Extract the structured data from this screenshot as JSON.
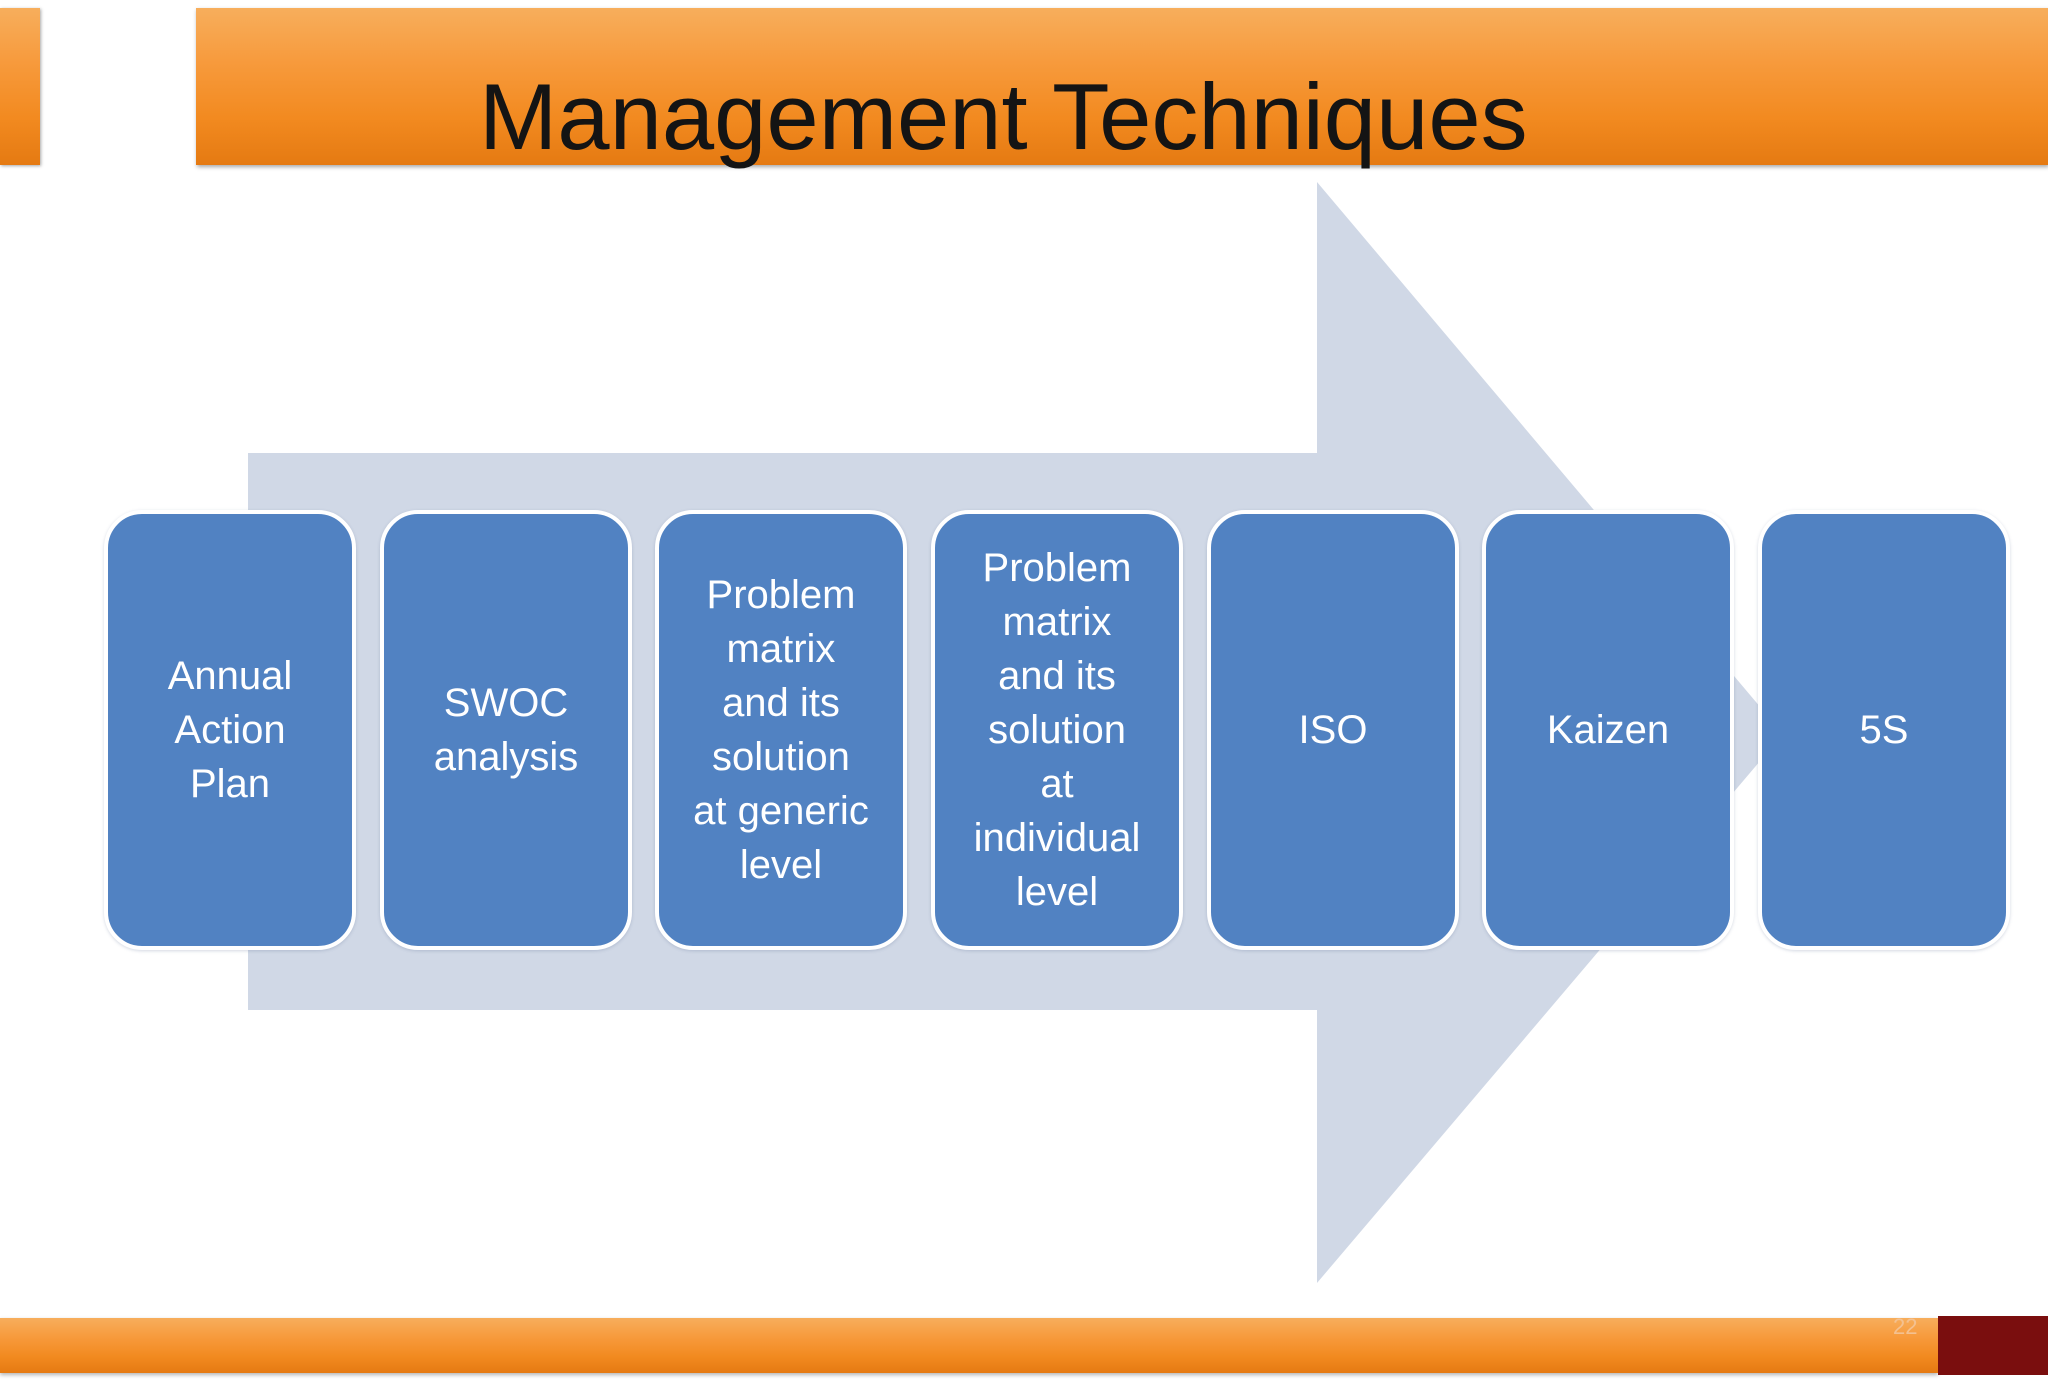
{
  "title": "Management Techniques",
  "colors": {
    "banner": "#f79a3c",
    "box": "#5182c2",
    "arrow": "#d0d8e6",
    "footer_dark": "#7a0e0e"
  },
  "steps": [
    {
      "label": "Annual\nAction\nPlan"
    },
    {
      "label": "SWOC\nanalysis"
    },
    {
      "label": "Problem\nmatrix\nand its\nsolution\nat generic\nlevel"
    },
    {
      "label": "Problem\nmatrix\nand its\nsolution\nat\nindividual\nlevel"
    },
    {
      "label": "ISO"
    },
    {
      "label": "Kaizen"
    },
    {
      "label": "5S"
    }
  ],
  "slide_number": "22"
}
